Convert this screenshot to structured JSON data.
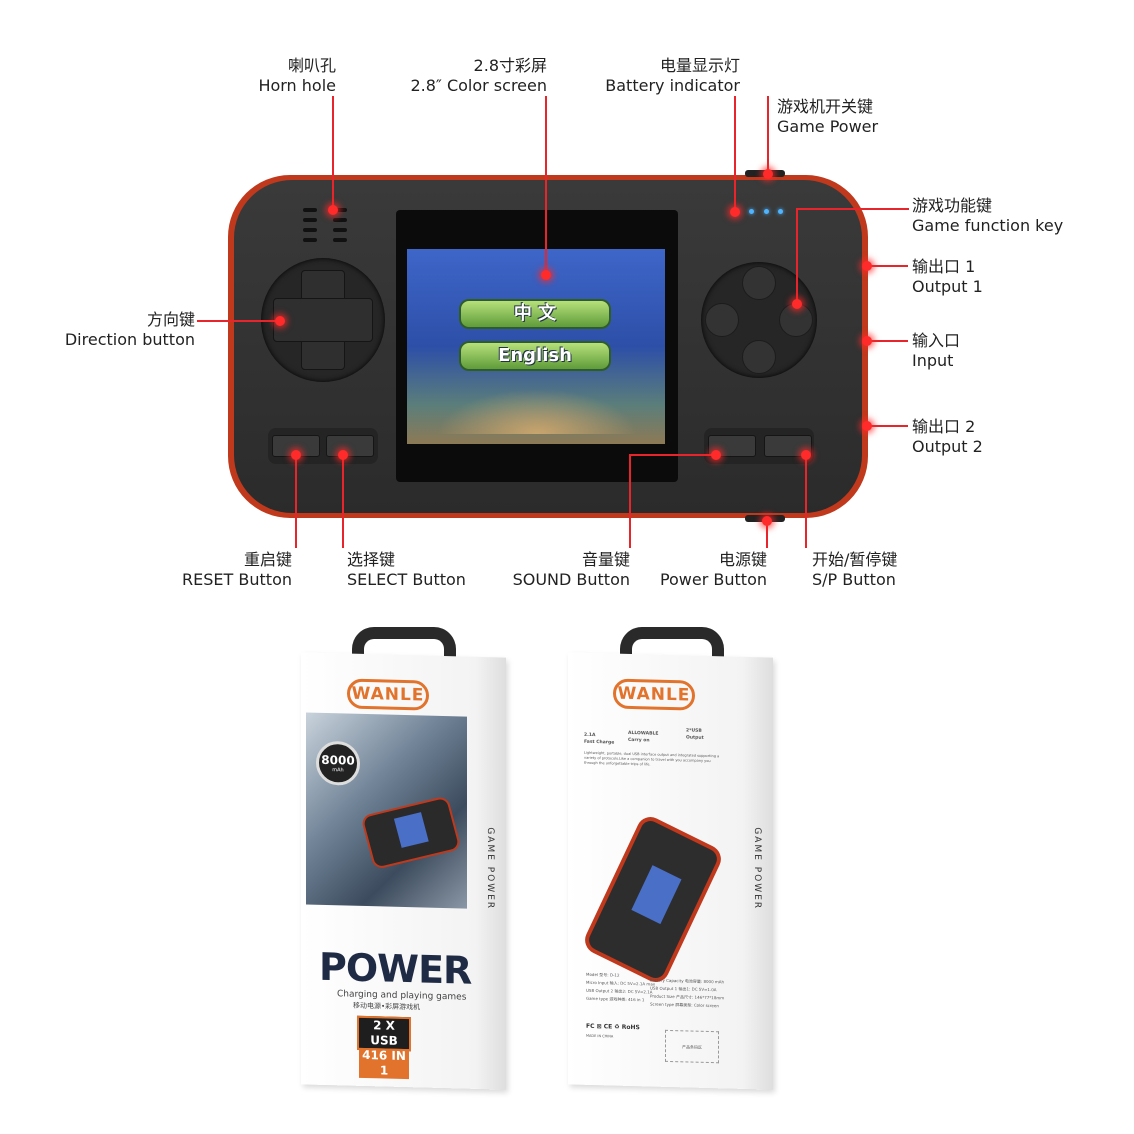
{
  "callouts": {
    "horn": {
      "cn": "喇叭孔",
      "en": "Horn hole"
    },
    "screen": {
      "cn": "2.8寸彩屏",
      "en": "2.8″ Color screen"
    },
    "battery": {
      "cn": "电量显示灯",
      "en": "Battery indicator"
    },
    "power_switch": {
      "cn": "游戏机开关键",
      "en": "Game Power"
    },
    "function_key": {
      "cn": "游戏功能键",
      "en": "Game function key"
    },
    "output1": {
      "cn": "输出口 1",
      "en": "Output 1"
    },
    "input": {
      "cn": "输入口",
      "en": "Input"
    },
    "output2": {
      "cn": "输出口 2",
      "en": "Output 2"
    },
    "direction": {
      "cn": "方向键",
      "en": "Direction button"
    },
    "reset": {
      "cn": "重启键",
      "en": "RESET Button"
    },
    "select": {
      "cn": "选择键",
      "en": "SELECT Button"
    },
    "sound": {
      "cn": "音量键",
      "en": "SOUND Button"
    },
    "power_button": {
      "cn": "电源键",
      "en": "Power Button"
    },
    "sp": {
      "cn": "开始/暂停键",
      "en": "S/P Button"
    }
  },
  "screen_menu": [
    "中 文",
    "English"
  ],
  "box_front": {
    "brand": "WANLE",
    "capacity": "8000",
    "capacity_unit": "mAh",
    "title": "POWER",
    "subtitle": "Charging and playing games",
    "subtitle_cn": "移动电源•彩屏游戏机",
    "badge1": "2 X USB",
    "badge2": "416 IN 1",
    "side": "GAME POWER"
  },
  "box_back": {
    "brand": "WANLE",
    "feat1": "2.1A",
    "feat1_sub": "Fast Charge",
    "feat2": "ALLOWABLE",
    "feat2_sub": "Carry on",
    "feat3": "2*USB",
    "feat3_sub": "Output",
    "description": "Lightweight, portable, dual USB interface output and integrated supporting a variety of protocols.Like a companion to travel with you accompany you through the unforgettable trips of life.",
    "specs": [
      "Model 型号: D-12",
      "Micro Input 输入: DC 5V=2.1A max",
      "USB Output 2 输出2: DC 5V=2.1A",
      "Game type 游戏种类: 416 in 1",
      "Battery Capacity 电池容量: 8000 mAh",
      "USB Output 1 输出1: DC 5V=1.0A",
      "Product Size 产品尺寸: 146*77*18mm",
      "Screen type 屏幕类型: Color screen"
    ],
    "certs": "FC ⊠ CE ♻ RoHS",
    "made": "MADE IN CHINA",
    "barcode": "产品条码区",
    "side": "GAME POWER"
  },
  "colors": {
    "accent": "#e8252a",
    "shell": "#c0391c",
    "brand": "#e2732c"
  }
}
